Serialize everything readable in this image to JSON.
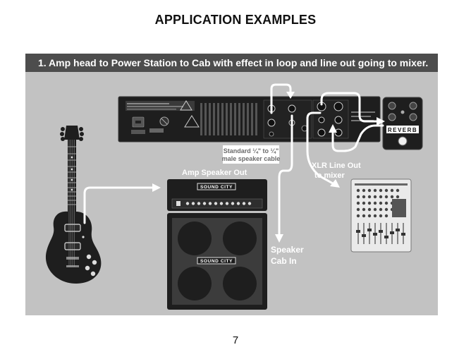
{
  "page": {
    "title": "APPLICATION EXAMPLES",
    "page_number": "7"
  },
  "section": {
    "heading": "1. Amp head to Power Station to Cab with effect in loop and line out going to mixer."
  },
  "labels": {
    "cable_note_line1": "Standard ¼\" to ¼\"",
    "cable_note_line2": "male speaker cable",
    "amp_speaker_out": "Amp Speaker Out",
    "xlr_line1": "XLR Line Out",
    "xlr_line2": "to mixer",
    "speaker_cab_line1": "Speaker",
    "speaker_cab_line2": "Cab In"
  },
  "devices": {
    "amp_brand": "SOUND CITY",
    "cab_brand": "SOUND CITY",
    "pedal_name": "REVERB"
  },
  "colors": {
    "diagram_bg": "#c2c2c2",
    "header_bg": "#4d4d4d",
    "cable": "#ffffff",
    "device_dark": "#1e1e1e"
  }
}
